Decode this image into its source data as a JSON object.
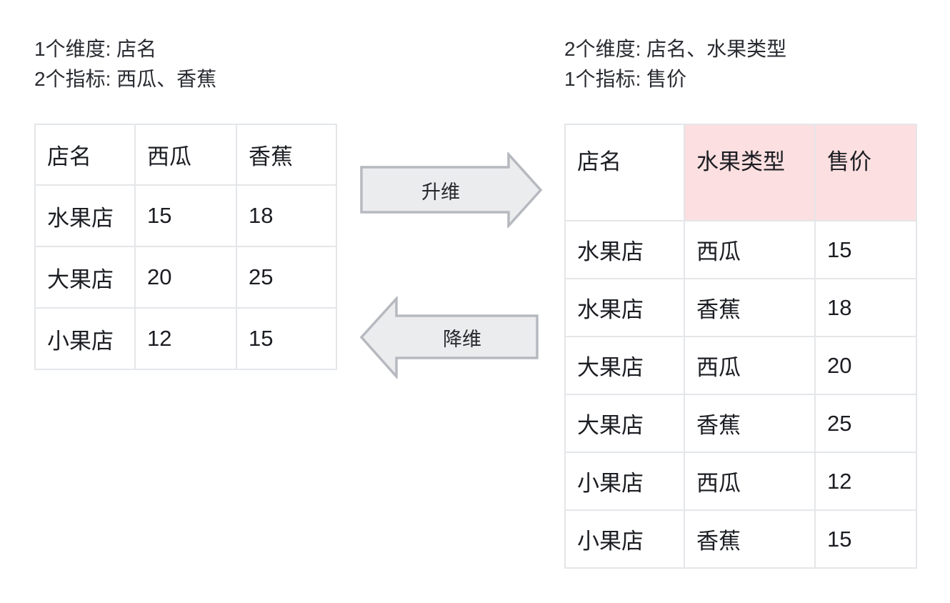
{
  "colors": {
    "background": "#ffffff",
    "highlight_pink": "#fcdfe0",
    "table_border": "#e4e6e9",
    "arrow_fill": "#ebecee",
    "arrow_border": "#b6b9bf",
    "text": "#202227"
  },
  "left_annotation": {
    "line1": "1个维度: 店名",
    "line2": "2个指标: 西瓜、香蕉"
  },
  "right_annotation": {
    "line1": "2个维度: 店名、水果类型",
    "line2": "1个指标: 售价"
  },
  "left_table": {
    "headers": [
      "店名",
      "西瓜",
      "香蕉"
    ],
    "rows": [
      [
        "水果店",
        "15",
        "18"
      ],
      [
        "大果店",
        "20",
        "25"
      ],
      [
        "小果店",
        "12",
        "15"
      ]
    ]
  },
  "right_table": {
    "headers": [
      "店名",
      "水果类型",
      "售价"
    ],
    "highlighted_header_columns": [
      1,
      2
    ],
    "rows": [
      [
        "水果店",
        "西瓜",
        "15"
      ],
      [
        "水果店",
        "香蕉",
        "18"
      ],
      [
        "大果店",
        "西瓜",
        "20"
      ],
      [
        "大果店",
        "香蕉",
        "25"
      ],
      [
        "小果店",
        "西瓜",
        "12"
      ],
      [
        "小果店",
        "香蕉",
        "15"
      ]
    ]
  },
  "arrows": {
    "ascend": {
      "label": "升维",
      "direction": "right"
    },
    "descend": {
      "label": "降维",
      "direction": "left"
    }
  }
}
